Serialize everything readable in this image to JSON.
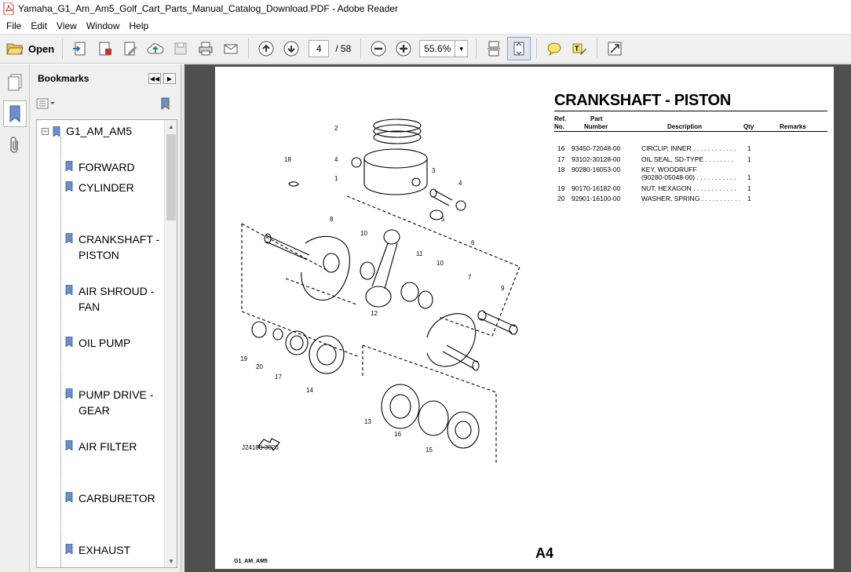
{
  "window": {
    "title": "Yamaha_G1_Am_Am5_Golf_Cart_Parts_Manual_Catalog_Download.PDF - Adobe Reader"
  },
  "menu": [
    "File",
    "Edit",
    "View",
    "Window",
    "Help"
  ],
  "toolbar": {
    "open_label": "Open",
    "page_current": "4",
    "page_total": "/ 58",
    "zoom": "55.6%"
  },
  "bookmarks": {
    "header": "Bookmarks",
    "root": "G1_AM_AM5",
    "items": [
      "FORWARD",
      "CYLINDER",
      "CRANKSHAFT - PISTON",
      "AIR SHROUD - FAN",
      "OIL PUMP",
      "PUMP DRIVE - GEAR",
      "AIR FILTER",
      "CARBURETOR",
      "EXHAUST"
    ]
  },
  "document": {
    "title": "CRANKSHAFT - PISTON",
    "headers": {
      "ref": "Ref.",
      "no": "No.",
      "part": "Part",
      "number": "Number",
      "description": "Description",
      "qty": "Qty",
      "remarks": "Remarks"
    },
    "rows": [
      {
        "ref": "16",
        "part": "93450-72048-00",
        "desc": "CIRCLIP, INNER . . . . . . . . . . . .",
        "qty": "1"
      },
      {
        "ref": "17",
        "part": "93102-30128-00",
        "desc": "OIL SEAL, SD-TYPE  . . . . . . . .",
        "qty": "1"
      },
      {
        "ref": "18",
        "part": "90280-16053-00",
        "desc": "KEY, WOODRUFF",
        "desc2": "(90280-05048-00) . . . . . . . . . . .",
        "qty": "1"
      },
      {
        "ref": "19",
        "part": "90170-16182-00",
        "desc": "NUT, HEXAGON  . . . . . . . . . . . .",
        "qty": "1"
      },
      {
        "ref": "20",
        "part": "92901-16100-00",
        "desc": "WASHER, SPRING . . . . . . . . . . .",
        "qty": "1"
      }
    ],
    "diagram_labels": [
      "2",
      "18",
      "4",
      "1",
      "3",
      "4",
      "5",
      "8",
      "10",
      "6",
      "11",
      "10",
      "7",
      "9",
      "12",
      "19",
      "20",
      "17",
      "14",
      "13",
      "16",
      "15"
    ],
    "fig_code": "J24100-3020",
    "footer_left": "G1_AM_AM5",
    "footer_right": "A4"
  },
  "colors": {
    "doc_bg": "#4f4f4f",
    "panel_bg": "#f0f0f0",
    "toolbar_bg": "#f0f0f0"
  }
}
